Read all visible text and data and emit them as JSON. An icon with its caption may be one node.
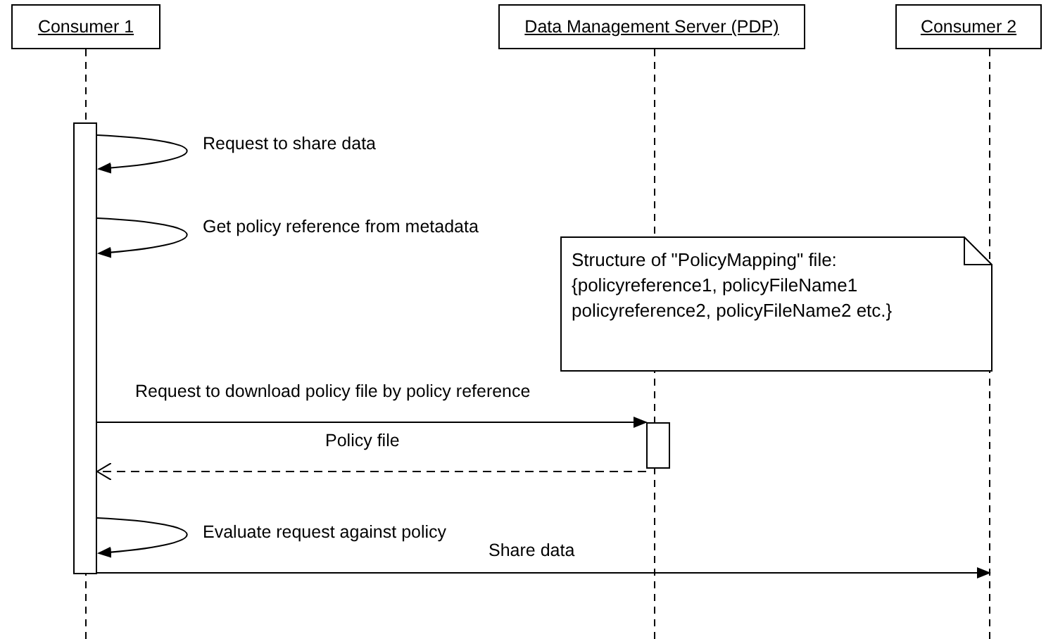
{
  "diagram": {
    "nodes": [
      {
        "text": [
          "Consumer 1"
        ]
      },
      {
        "text": [
          "Data Management Server (PDP)"
        ]
      },
      {
        "text": [
          "Consumer 2"
        ]
      },
      {
        "text": [],
        "shape": "bar"
      },
      {
        "text": [],
        "shape": "bar"
      },
      {
        "text": [
          "Structure of \"PolicyMapping\" file: {policyreference1, policyFileName1 policyreference2, policyFileName2 etc.}"
        ]
      }
    ],
    "edges": [
      {
        "from": 3,
        "to": 3,
        "arrow": "to",
        "label": "Request to share data"
      },
      {
        "from": 3,
        "to": 3,
        "arrow": "to",
        "label": "Get policy reference from metadata"
      },
      {
        "from": 3,
        "to": 4,
        "arrow": "to",
        "label": "Request to download policy file by policy reference"
      },
      {
        "from": 4,
        "to": 3,
        "arrow": "to",
        "label": "Policy file",
        "style": "dashed"
      },
      {
        "from": 3,
        "to": 3,
        "arrow": "to",
        "label": "Evaluate request against policy"
      },
      {
        "from": 3,
        "to": null,
        "arrow": "to",
        "label": "Share data"
      }
    ]
  }
}
